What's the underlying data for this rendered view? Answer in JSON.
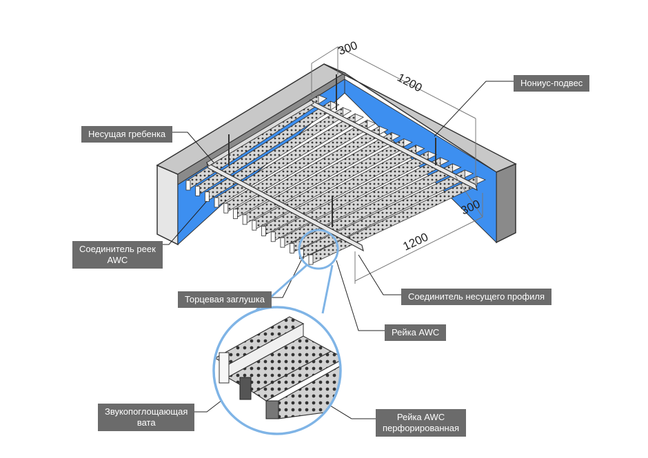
{
  "labels": {
    "nonius": "Нониус-подвес",
    "comb": "Несущая гребенка",
    "slat_connector_l1": "Соединитель реек",
    "slat_connector_l2": "AWC",
    "end_cap": "Торцевая заглушка",
    "profile_connector": "Соединитель несущего профиля",
    "slat": "Рейка AWC",
    "wool_l1": "Звукопоглощающая",
    "wool_l2": "вата",
    "perforated_l1": "Рейка AWC",
    "perforated_l2": "перфорированная"
  },
  "dimensions": {
    "top_short": "300",
    "top_long": "1200",
    "right_short": "300",
    "right_long": "1200"
  },
  "colors": {
    "wall_face": "#e6e6e6",
    "wall_side": "#8a8a8a",
    "wall_top": "#c8c8c8",
    "ceiling_blue": "#3d8ff0",
    "label_bg": "#6b6b6b",
    "zoom_circle": "#7fb4e6"
  }
}
